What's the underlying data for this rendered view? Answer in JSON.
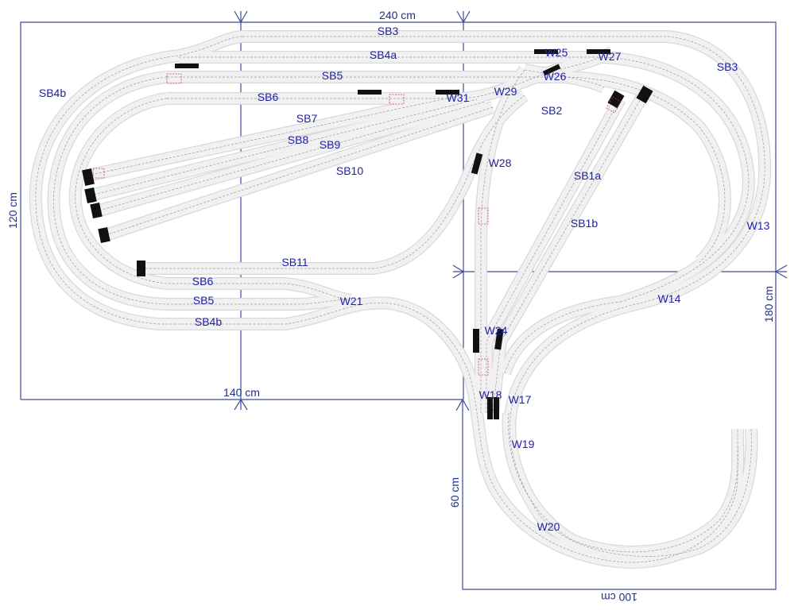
{
  "dimensions": {
    "top": "240 cm",
    "left": "120 cm",
    "middle": "140 cm",
    "right": "180 cm",
    "lower_left": "60 cm",
    "bottom": "100 cm"
  },
  "labels": {
    "SB3_top": "SB3",
    "SB3_right": "SB3",
    "SB4a": "SB4a",
    "SB4b_left": "SB4b",
    "SB4b_bottom": "SB4b",
    "SB5_top": "SB5",
    "SB5_bottom": "SB5",
    "SB6_top": "SB6",
    "SB6_bottom": "SB6",
    "SB7": "SB7",
    "SB8": "SB8",
    "SB9": "SB9",
    "SB10": "SB10",
    "SB11": "SB11",
    "SB1a": "SB1a",
    "SB1b": "SB1b",
    "SB2": "SB2",
    "W13": "W13",
    "W14": "W14",
    "W17": "W17",
    "W18": "W18",
    "W19": "W19",
    "W20": "W20",
    "W21": "W21",
    "W24": "W24",
    "W25": "W25",
    "W26": "W26",
    "W27": "W27",
    "W28": "W28",
    "W29": "W29",
    "W31": "W31"
  },
  "colors": {
    "label": "#2121a8",
    "dimension": "#1f2f86",
    "track": "#f1f1f1",
    "track_edge": "#d9d9d9",
    "buffer": "#111111"
  }
}
